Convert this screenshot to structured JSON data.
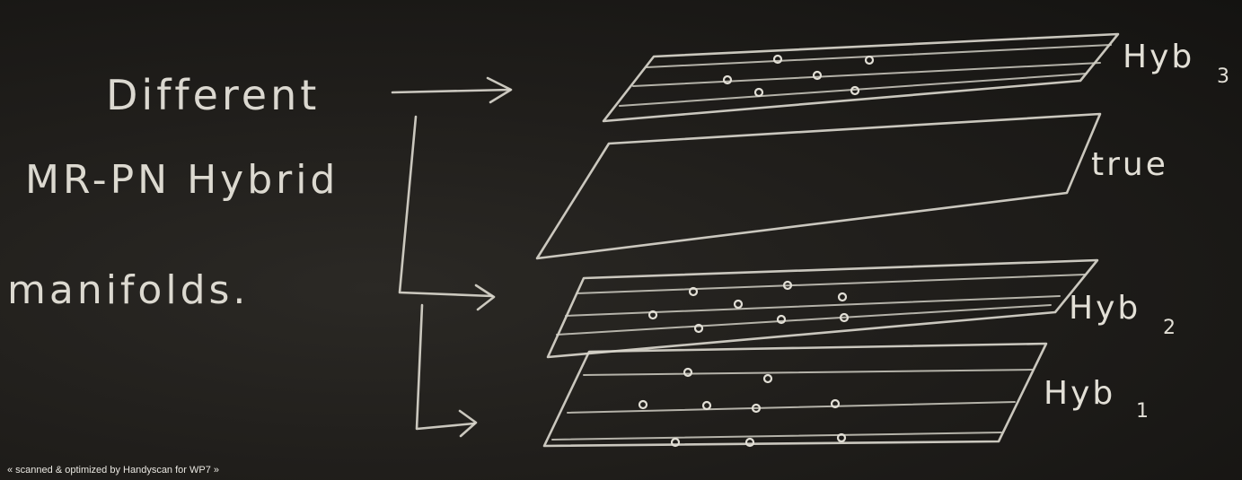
{
  "heading_lines": [
    "Different",
    "MR-PN Hybrid",
    "manifolds."
  ],
  "manifolds": [
    {
      "label": "Hyb",
      "subscript": "3"
    },
    {
      "label": "true",
      "subscript": ""
    },
    {
      "label": "Hyb",
      "subscript": "2"
    },
    {
      "label": "Hyb",
      "subscript": "1"
    }
  ],
  "footer": "« scanned & optimized by Handyscan for WP7 »",
  "colors": {
    "board": "#1e1c19",
    "chalk": "#e2dfd6"
  }
}
